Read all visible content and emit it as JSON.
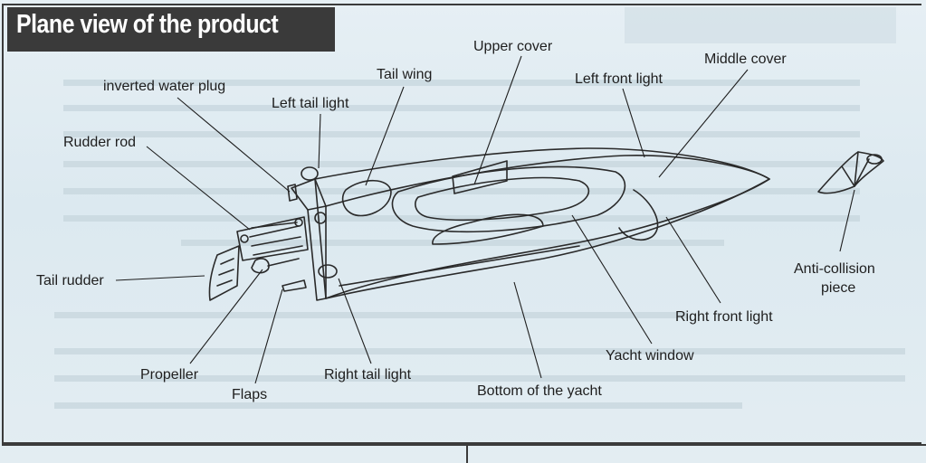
{
  "title": "Plane view of the product",
  "labels": {
    "inverted_water_plug": "inverted water plug",
    "rudder_rod": "Rudder rod",
    "tail_rudder": "Tail rudder",
    "propeller": "Propeller",
    "flaps": "Flaps",
    "left_tail_light": "Left tail light",
    "tail_wing": "Tail wing",
    "upper_cover": "Upper cover",
    "left_front_light": "Left front light",
    "middle_cover": "Middle cover",
    "anti_collision_piece_line1": "Anti-collision",
    "anti_collision_piece_line2": "piece",
    "right_front_light": "Right front light",
    "yacht_window": "Yacht window",
    "bottom_of_the_yacht": "Bottom of the yacht",
    "right_tail_light": "Right tail light"
  },
  "colors": {
    "title_bg": "#3a3a3a",
    "title_text": "#ffffff",
    "line": "#2a2a2a",
    "page": "#e2edf3"
  }
}
